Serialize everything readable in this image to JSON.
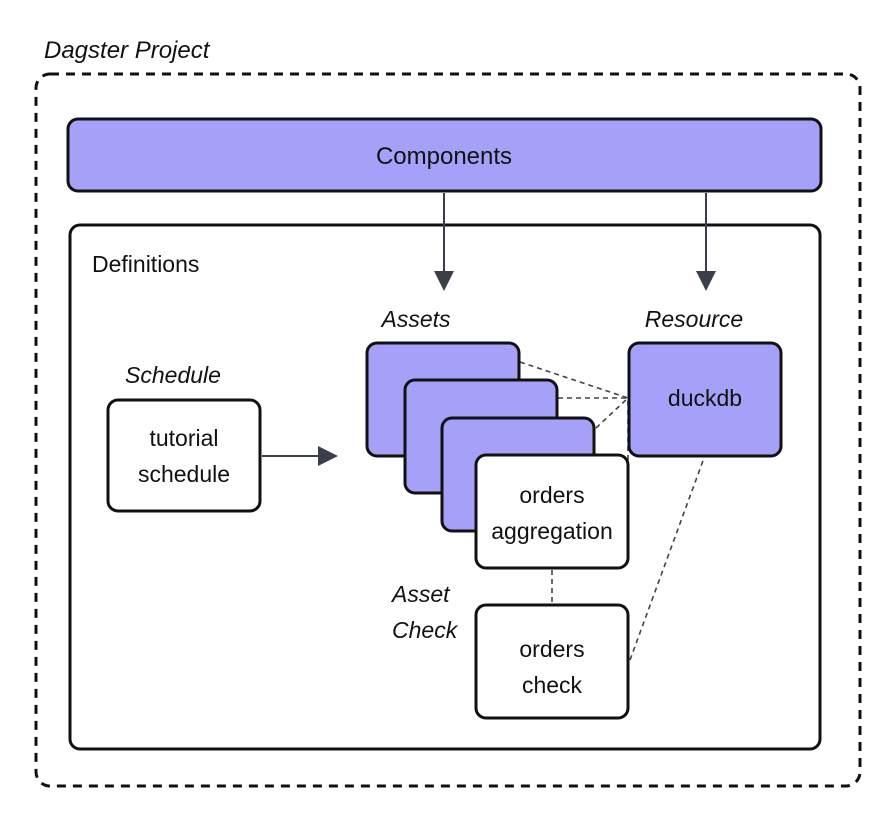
{
  "project": {
    "label": "Dagster Project"
  },
  "components": {
    "label": "Components"
  },
  "definitions": {
    "label": "Definitions"
  },
  "schedule": {
    "heading": "Schedule",
    "line1": "tutorial",
    "line2": "schedule"
  },
  "assets": {
    "heading": "Assets",
    "line1": "orders",
    "line2": "aggregation"
  },
  "resource": {
    "heading": "Resource",
    "label": "duckdb"
  },
  "asset_check": {
    "heading_line1": "Asset",
    "heading_line2": "Check",
    "line1": "orders",
    "line2": "check"
  },
  "colors": {
    "accent": "#a5a0f8",
    "stroke": "#111111",
    "arrow": "#3b3f4a",
    "dashed": "#444444"
  }
}
